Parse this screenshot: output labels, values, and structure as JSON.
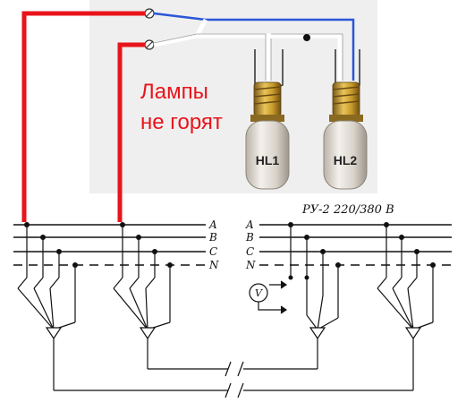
{
  "annotation": {
    "line1": "Лампы",
    "line2": "не горят"
  },
  "lamps": [
    {
      "label": "HL1"
    },
    {
      "label": "HL2"
    }
  ],
  "busbars": {
    "phases": [
      "A",
      "B",
      "C",
      "N"
    ]
  },
  "panel": {
    "title": "РУ-2  220/380 В"
  },
  "meter": {
    "symbol": "V"
  },
  "colors": {
    "wire_red": "#e8141b",
    "wire_blue": "#2b56d6",
    "photo_bg": "#efefef",
    "line": "#111111"
  }
}
